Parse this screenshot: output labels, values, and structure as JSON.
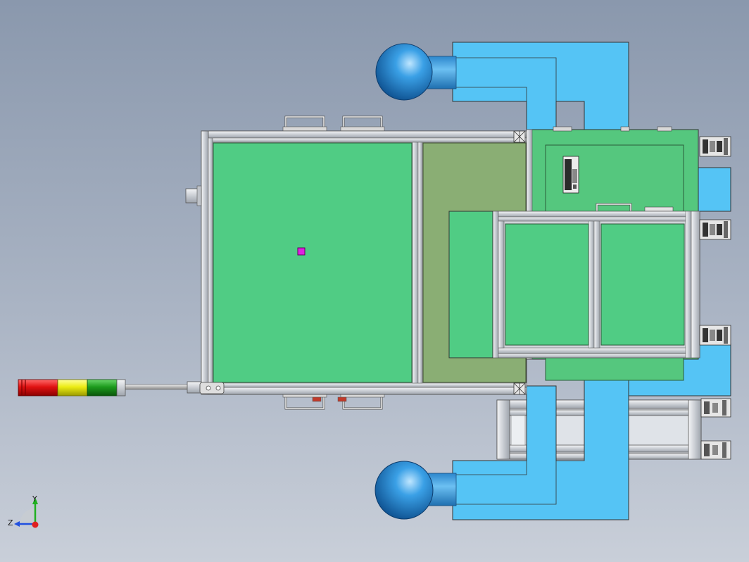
{
  "viewport": {
    "title": "",
    "view": "top",
    "background": [
      "#8a98ad",
      "#c9cfd9"
    ]
  },
  "model": {
    "colors": {
      "panel_green": "#50cc84",
      "panel_olive": "#8aae74",
      "arm_blue": "#55c4f5",
      "knob_blue": "#2f8fd6",
      "frame_aluminum": "#d9dde2",
      "marker_magenta": "#e020e0"
    },
    "stack_light": {
      "segments": [
        {
          "name": "red",
          "color": "#e01212"
        },
        {
          "name": "yellow",
          "color": "#ecec14"
        },
        {
          "name": "green",
          "color": "#1d9b1d"
        }
      ]
    }
  },
  "triad": {
    "axis_y": "Y",
    "axis_z": "Z",
    "x_color": "#e02020",
    "y_color": "#20b020",
    "z_color": "#2050e0"
  }
}
